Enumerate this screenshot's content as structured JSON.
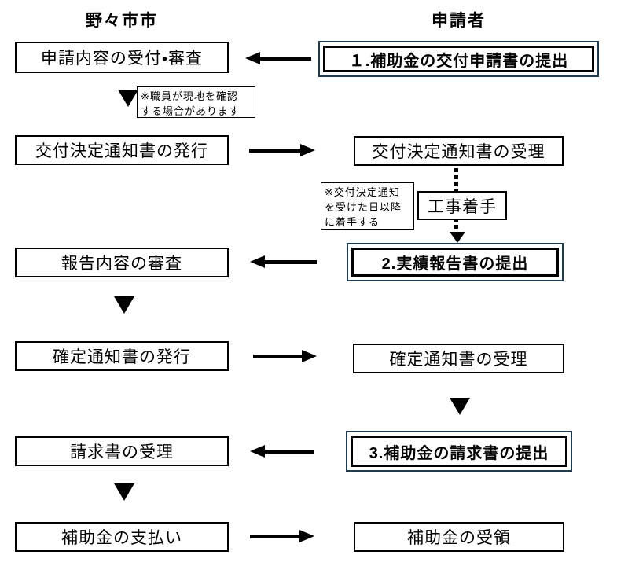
{
  "headers": {
    "city": "野々市市",
    "applicant": "申請者"
  },
  "city_steps": [
    {
      "label": "申請内容の受付・審査"
    },
    {
      "label": "交付決定通知書の発行"
    },
    {
      "label": "報告内容の審査"
    },
    {
      "label": "確定通知書の発行"
    },
    {
      "label": "請求書の受理"
    },
    {
      "label": "補助金の支払い"
    }
  ],
  "applicant_steps": [
    {
      "label": "１.補助金の交付申請書の提出",
      "emphasis": true
    },
    {
      "label": "交付決定通知書の受理",
      "emphasis": false
    },
    {
      "label": "工事着手",
      "emphasis": false
    },
    {
      "label": "2.実績報告書の提出",
      "emphasis": true
    },
    {
      "label": "確定通知書の受理",
      "emphasis": false
    },
    {
      "label": "3.補助金の請求書の提出",
      "emphasis": true
    },
    {
      "label": "補助金の受領",
      "emphasis": false
    }
  ],
  "notes": {
    "site_check": {
      "line1": "※職員が現地を確認",
      "line2": "する場合があります"
    },
    "start_work": {
      "line1": "※交付決定通知",
      "line2": "を受けた日以降",
      "line3": "に着手する"
    }
  },
  "colors": {
    "box_border": "#000000",
    "emphasis_outer_border": "#1f3b4d",
    "text": "#000000",
    "background": "#ffffff"
  }
}
